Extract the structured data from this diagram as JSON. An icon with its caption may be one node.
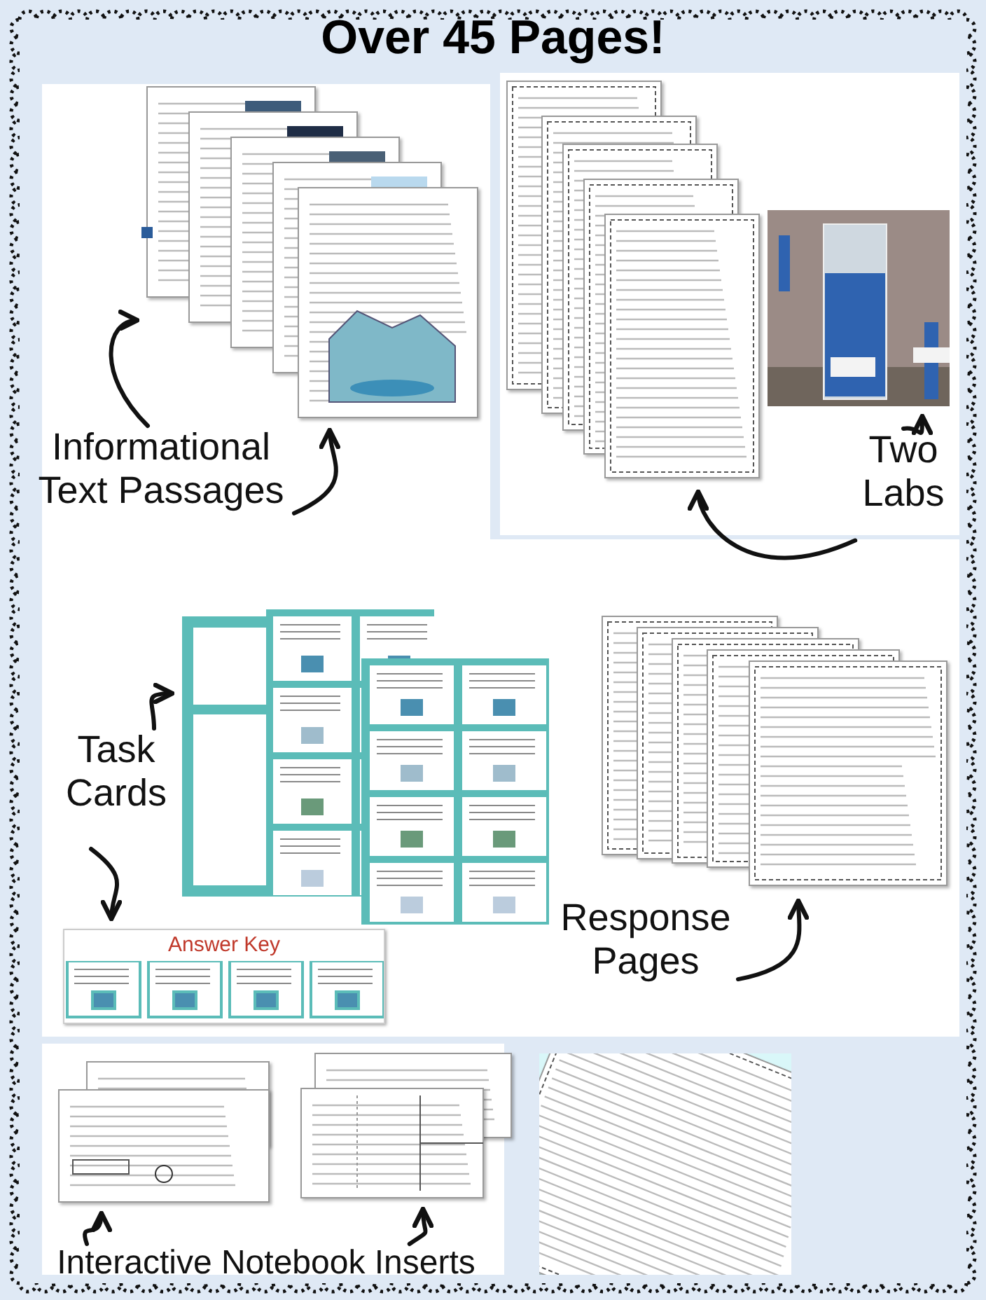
{
  "diagram": {
    "title": "Over 45 Pages!",
    "nodes": [
      {
        "text": [
          "Informational Text Passages"
        ]
      },
      {
        "text": [],
        "shape": "picture"
      },
      {
        "text": [
          "Two Labs"
        ]
      },
      {
        "text": [],
        "shape": "picture"
      },
      {
        "text": [],
        "shape": "picture"
      },
      {
        "text": [
          "Task Cards"
        ]
      },
      {
        "text": [],
        "shape": "picture"
      },
      {
        "text": [
          "Answer Key"
        ]
      },
      {
        "text": [
          "Response Pages"
        ]
      },
      {
        "text": [],
        "shape": "picture"
      },
      {
        "text": [
          "Interactive Notebook Inserts"
        ]
      },
      {
        "text": [],
        "shape": "picture"
      },
      {
        "text": [],
        "shape": "picture"
      }
    ],
    "edges": [
      {
        "from": 0,
        "to": 1,
        "arrow": "to"
      },
      {
        "from": 0,
        "to": 1,
        "arrow": "to"
      },
      {
        "from": 2,
        "to": 3,
        "arrow": "to"
      },
      {
        "from": 2,
        "to": 4,
        "arrow": "to"
      },
      {
        "from": 5,
        "to": 6,
        "arrow": "to"
      },
      {
        "from": 5,
        "to": 7,
        "arrow": "to"
      },
      {
        "from": 8,
        "to": 9,
        "arrow": "to"
      },
      {
        "from": 10,
        "to": 11,
        "arrow": "to"
      },
      {
        "from": 10,
        "to": 12,
        "arrow": "to"
      }
    ]
  }
}
